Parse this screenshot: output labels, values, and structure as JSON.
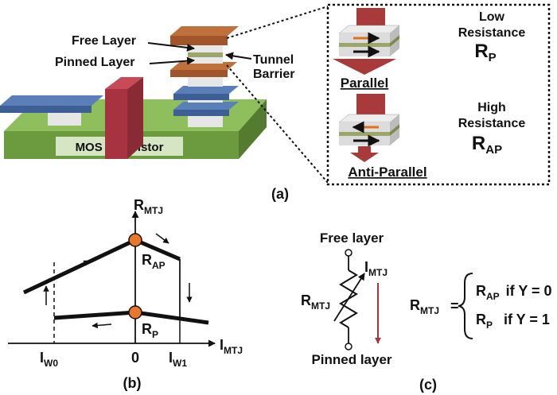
{
  "panel_a": {
    "caption": "(a)",
    "label_free_layer": "Free Layer",
    "label_pinned_layer": "Pinned Layer",
    "label_tunnel": "Tunnel",
    "label_barrier": "Barrier",
    "label_mos": "MOS Transistor",
    "inset": {
      "parallel": "Parallel",
      "anti_parallel": "Anti-Parallel",
      "low": "Low",
      "high": "High",
      "resistance": "Resistance",
      "r_base": "R",
      "r_p_sub": "P",
      "r_ap_sub": "AP"
    },
    "colors": {
      "electrode": "#a0562a",
      "via": "#b53f4a",
      "metal_blue": "#3d5f96",
      "substrate": "#6c9a3e",
      "gate": "#a83340",
      "arrow_orange": "#e2701f",
      "arrow_dark": "#a83a3a"
    }
  },
  "panel_b": {
    "caption": "(b)",
    "axis_y_base": "R",
    "axis_y_sub": "MTJ",
    "axis_x_base": "I",
    "axis_x_sub": "MTJ",
    "tick_iw0_base": "I",
    "tick_iw0_sub": "W0",
    "tick_zero": "0",
    "tick_iw1_base": "I",
    "tick_iw1_sub": "W1",
    "label_rap_base": "R",
    "label_rap_sub": "AP",
    "label_rp_base": "R",
    "label_rp_sub": "P",
    "colors": {
      "curve": "#000000",
      "point": "#e8772b"
    }
  },
  "panel_c": {
    "caption": "(c)",
    "free_layer": "Free layer",
    "pinned_layer": "Pinned layer",
    "imtj_base": "I",
    "imtj_sub": "MTJ",
    "rmtj_base": "R",
    "rmtj_sub": "MTJ",
    "eq_lhs_base": "R",
    "eq_lhs_sub": "MTJ",
    "eq_sign": "=",
    "case1_base": "R",
    "case1_sub": "AP",
    "case1_cond": "if Y = 0",
    "case2_base": "R",
    "case2_sub": "P",
    "case2_cond": "if Y = 1",
    "colors": {
      "current_arrow": "#a8343a"
    }
  }
}
